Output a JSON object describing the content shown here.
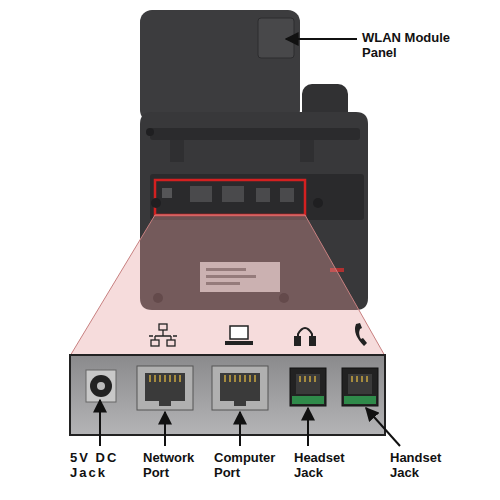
{
  "diagram": {
    "labels": [
      "WLAN Module Panel",
      "5V DC Jack",
      "Network Port",
      "Computer Port",
      "Headset Jack",
      "Handset Jack"
    ]
  }
}
